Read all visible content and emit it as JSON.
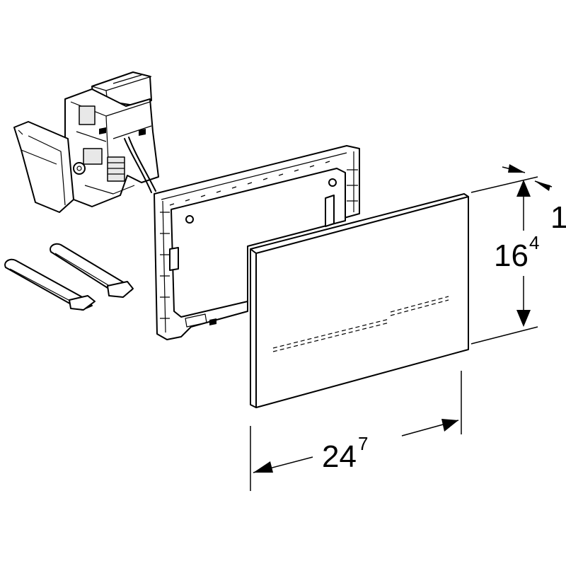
{
  "dimensions": {
    "width": {
      "main": "24",
      "sup": "7"
    },
    "height": {
      "main": "16",
      "sup": "4"
    },
    "depth": {
      "main": "1"
    }
  }
}
